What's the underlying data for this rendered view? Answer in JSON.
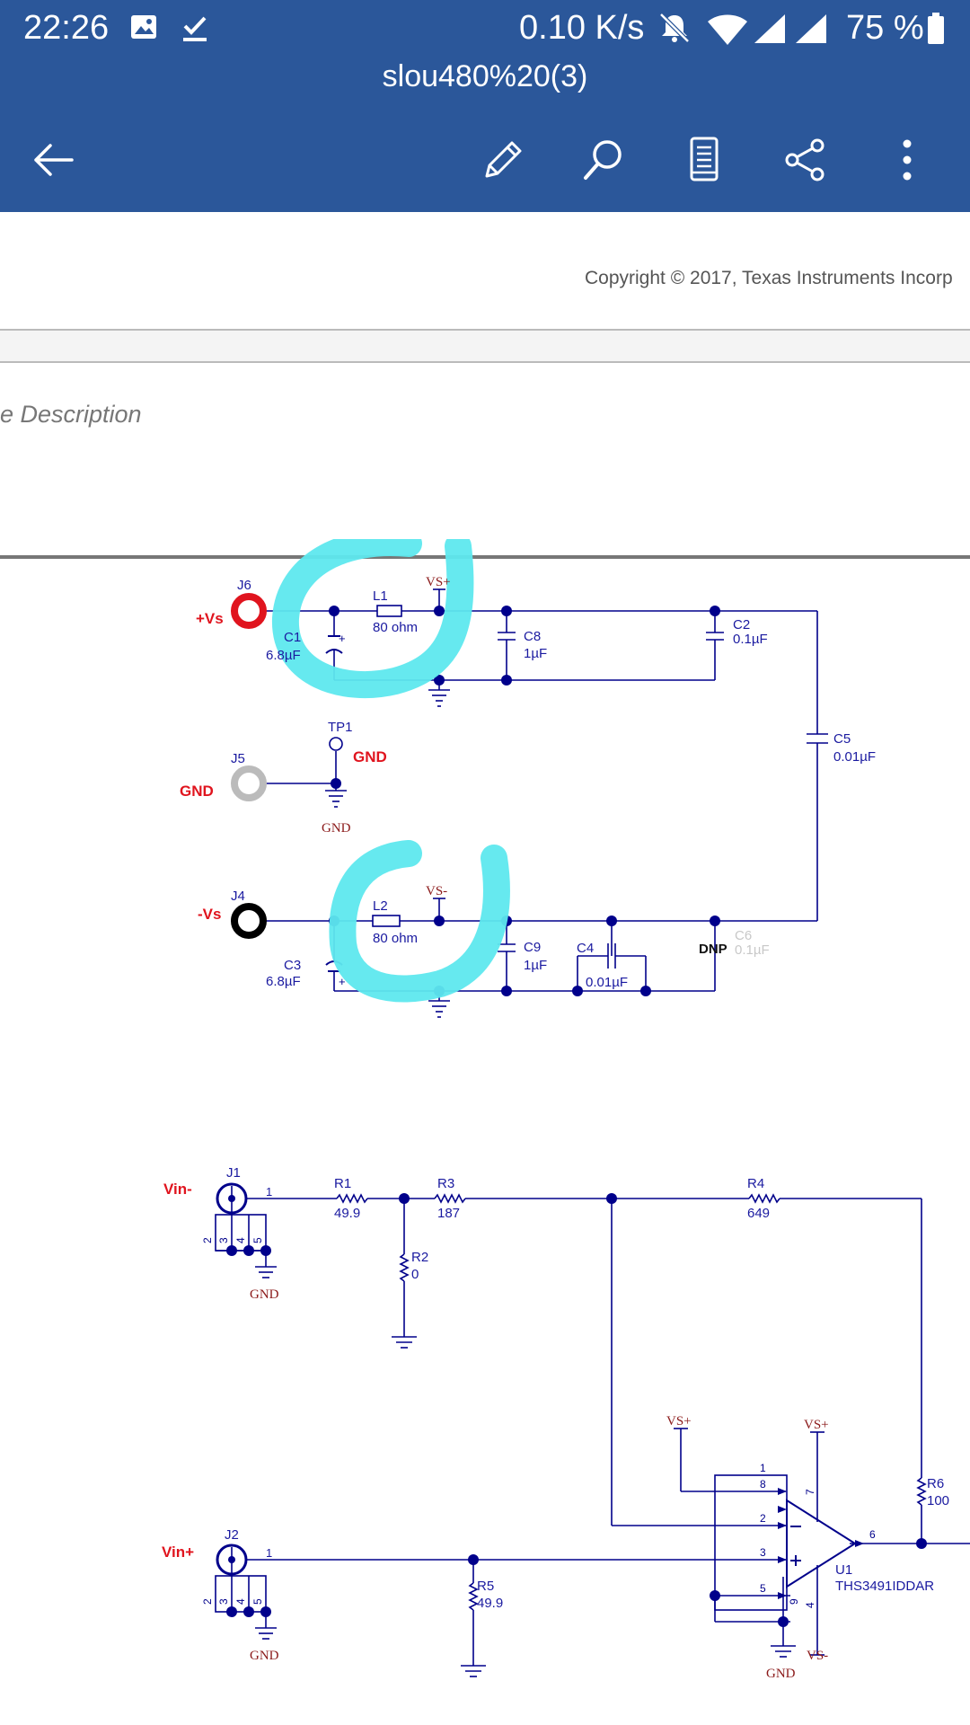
{
  "status_bar": {
    "time": "22:26",
    "net_speed": "0.10 K/s",
    "battery": "75 %",
    "icons": [
      "image-icon",
      "check-icon",
      "mute-icon",
      "wifi-icon",
      "signal-icon",
      "signal-icon",
      "battery-icon"
    ]
  },
  "toolbar": {
    "doc_title": "slou480%20(3)",
    "icons": [
      "back-arrow-icon",
      "edit-pencil-icon",
      "search-icon",
      "reading-view-icon",
      "share-icon",
      "more-vert-icon"
    ]
  },
  "document": {
    "copyright": "Copyright © 2017, Texas Instruments Incorp",
    "section_heading": "e Description"
  },
  "schematic": {
    "labels": {
      "j6": "J6",
      "vs_plus_label": "+Vs",
      "l1": "L1",
      "l1_val": "80 ohm",
      "vsp1": "VS+",
      "c1": "C1",
      "c1_val": "6.8µF",
      "c8": "C8",
      "c8_val": "1µF",
      "c2": "C2",
      "c2_val": "0.1µF",
      "c5": "C5",
      "c5_val": "0.01µF",
      "tp1": "TP1",
      "gnd_red": "GND",
      "j5": "J5",
      "gnd_red2": "GND",
      "gnd1": "GND",
      "j4": "J4",
      "vs_minus_label": "-Vs",
      "l2": "L2",
      "l2_val": "80 ohm",
      "vsm1": "VS-",
      "c3": "C3",
      "c3_val": "6.8µF",
      "c9": "C9",
      "c9_val": "1µF",
      "c4": "C4",
      "c4_val": "0.01µF",
      "dnp": "DNP",
      "c6": "C6",
      "c6_val": "0.1µF",
      "vin_minus": "Vin-",
      "j1": "J1",
      "j1_p1": "1",
      "j1_p2": "2",
      "j1_p3": "3",
      "j1_p4": "4",
      "j1_p5": "5",
      "r1": "R1",
      "r1_val": "49.9",
      "r3": "R3",
      "r3_val": "187",
      "r4": "R4",
      "r4_val": "649",
      "r2": "R2",
      "r2_val": "0",
      "gnd2": "GND",
      "vin_plus": "Vin+",
      "j2": "J2",
      "j2_p1": "1",
      "j2_p2": "2",
      "j2_p3": "3",
      "j2_p4": "4",
      "j2_p5": "5",
      "r5": "R5",
      "r5_val": "49.9",
      "gnd3": "GND",
      "vsp2": "VS+",
      "vsp3": "VS+",
      "vsm2": "VS-",
      "gnd4": "GND",
      "u1_p1": "1",
      "u1_p8": "8",
      "u1_p2": "2",
      "u1_p3": "3",
      "u1_p5": "5",
      "u1_p7": "7",
      "u1_p9": "9",
      "u1_p4": "4",
      "u1_p6": "6",
      "u1": "U1",
      "u1_part": "THS3491IDDAR",
      "r6": "R6",
      "r6_val": "100"
    },
    "colors": {
      "wire": "#00008b",
      "node": "#00008b",
      "ref_label": "#1a1aa0",
      "power_label": "#8b1a1a",
      "red_text": "#e0141e",
      "highlight": "#5ee8ee"
    }
  }
}
